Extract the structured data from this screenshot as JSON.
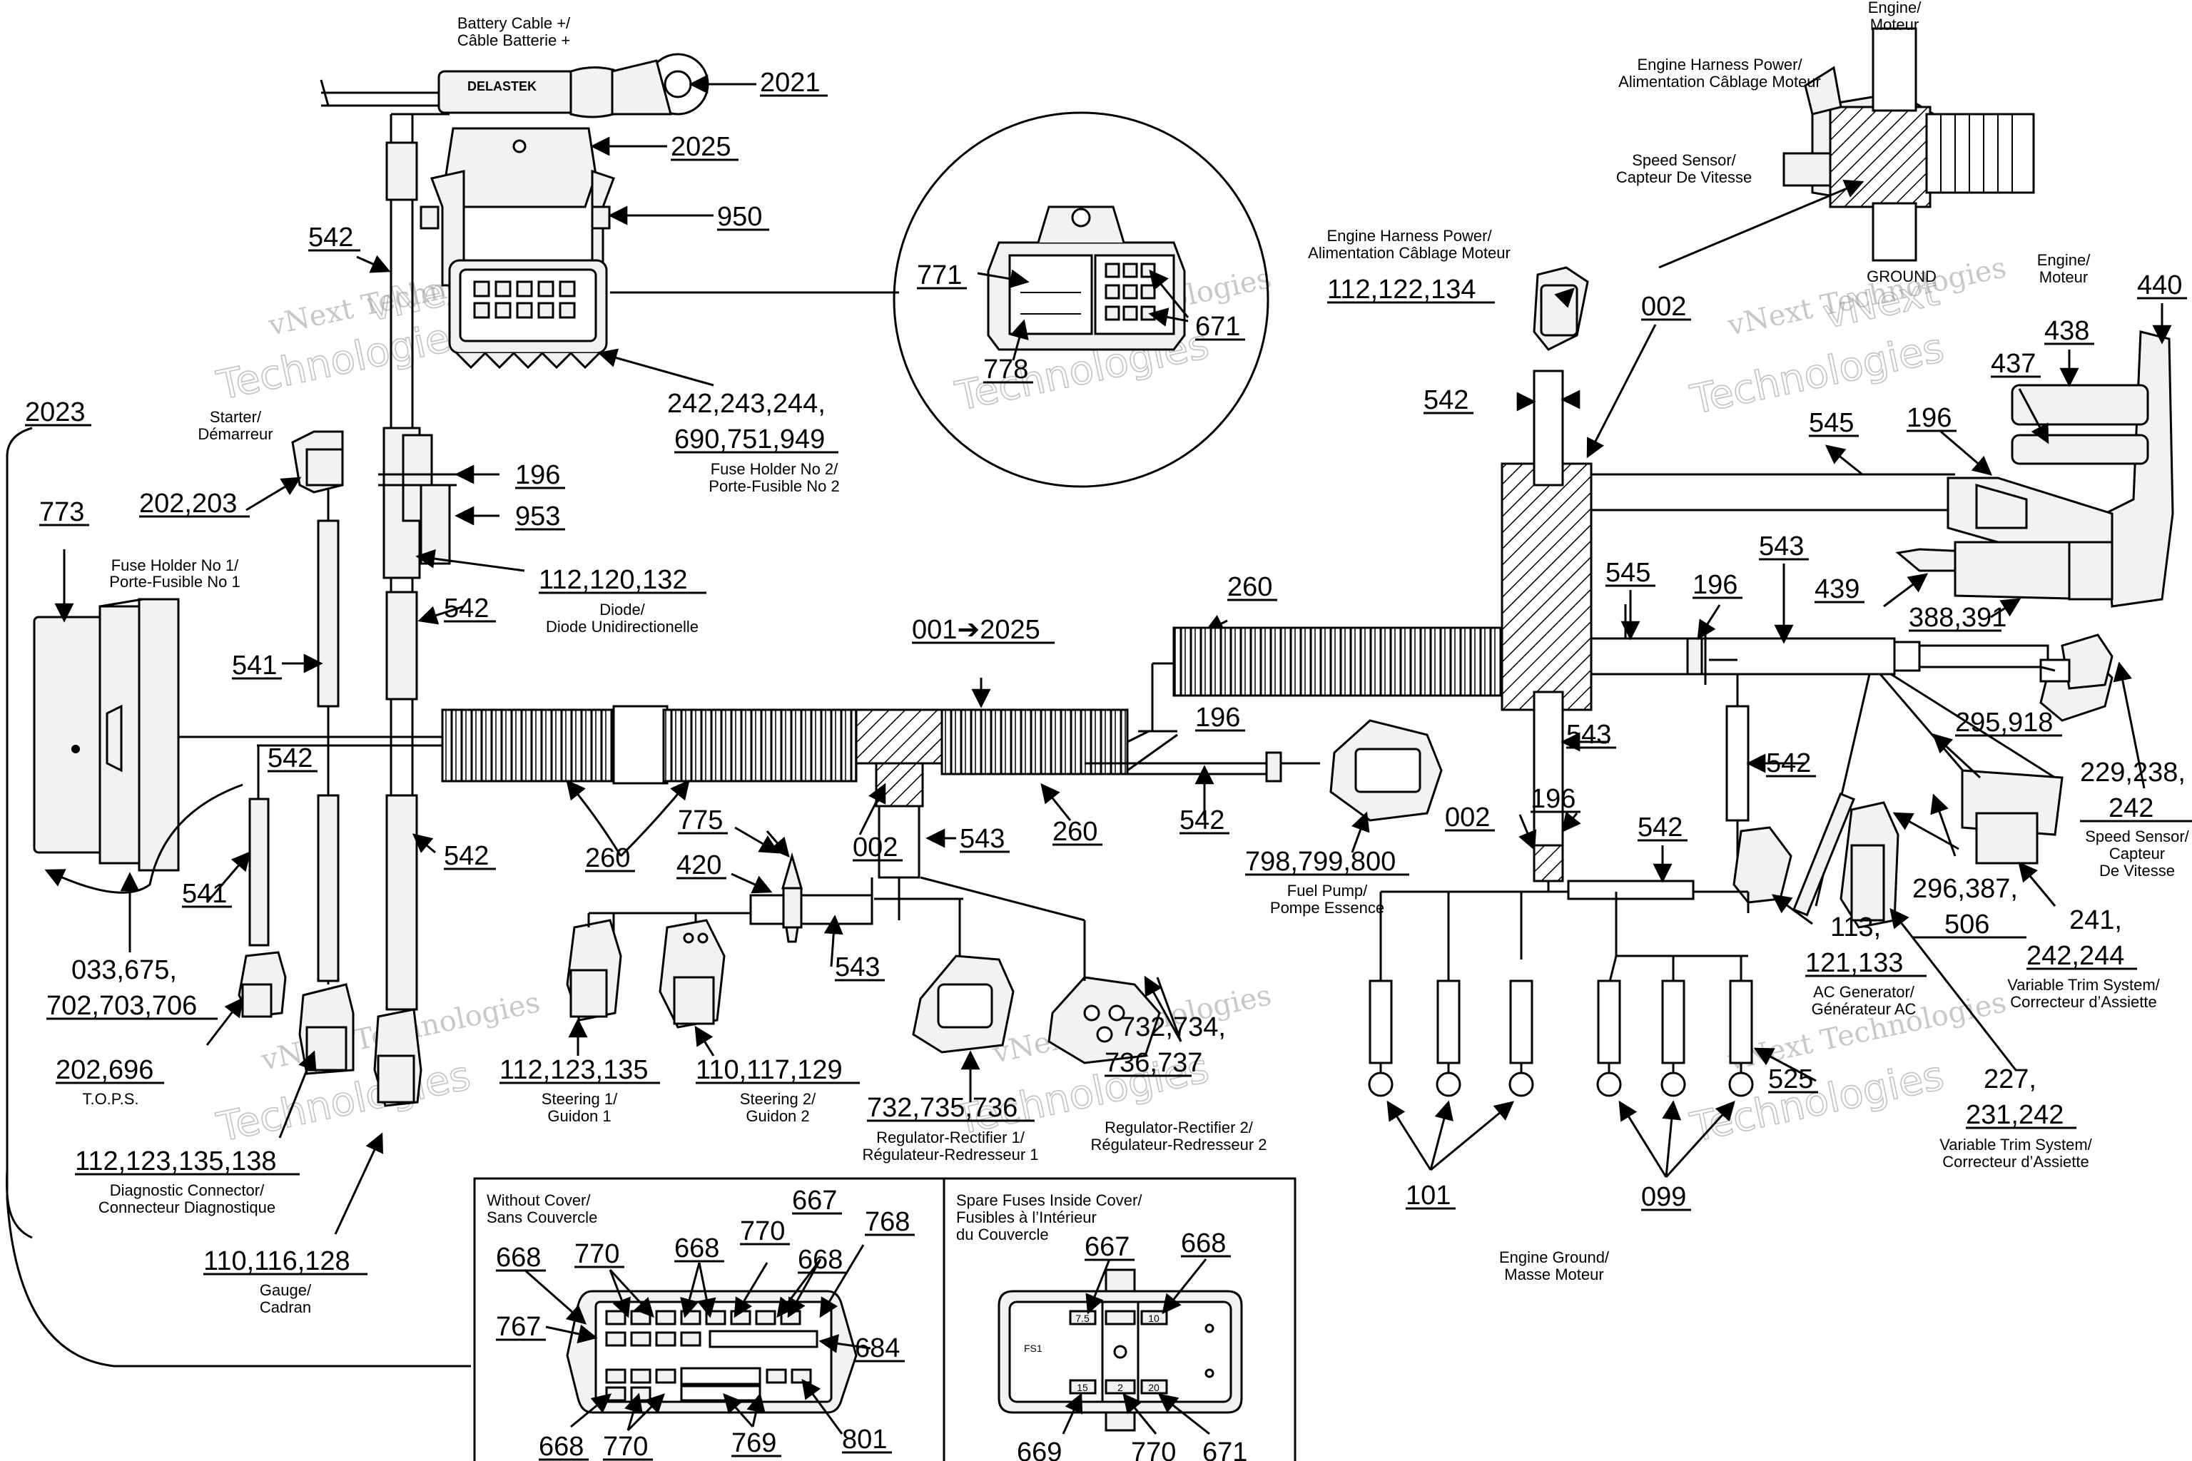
{
  "watermark": {
    "line1": "vNext",
    "line2": "Technologies",
    "line3": "vNext Technologies"
  },
  "battery": {
    "caption": [
      "Battery Cable +/",
      "Câble Batterie +"
    ],
    "brand": "DELASTEK",
    "ref": "2021"
  },
  "fuse_holder_2": {
    "refs": [
      "2025",
      "950",
      "542"
    ],
    "ref_main": [
      "242,243,244,",
      "690,751,949"
    ],
    "caption": [
      "Fuse Holder No 2/",
      "Porte-Fusible No 2"
    ]
  },
  "detail_circle": {
    "refs": [
      "771",
      "671",
      "778"
    ]
  },
  "diode": {
    "refs": [
      "196",
      "953",
      "112,120,132",
      "542"
    ],
    "caption": [
      "Diode/",
      "Diode Unidirectionelle"
    ]
  },
  "starter": {
    "caption": [
      "Starter/",
      "Démarreur"
    ],
    "ref": "202,203"
  },
  "fuse_holder_1": {
    "ref": "773",
    "ref_loop": "2023",
    "caption": [
      "Fuse Holder No 1/",
      "Porte-Fusible No 1"
    ]
  },
  "left_branch": {
    "refs": [
      "541",
      "542",
      "541",
      "542"
    ]
  },
  "fuse_holder_1_ref": {
    "ref": [
      "033,675,",
      "702,703,706"
    ]
  },
  "tops": {
    "ref": "202,696",
    "caption": "T.O.P.S."
  },
  "diag_connector": {
    "ref": "112,123,135,138",
    "caption": [
      "Diagnostic Connector/",
      "Connecteur Diagnostique"
    ]
  },
  "gauge": {
    "ref": "110,116,128",
    "caption": [
      "Gauge/",
      "Cadran"
    ]
  },
  "main_harness": {
    "ref": "001➔2025",
    "refs": [
      "260",
      "260",
      "260",
      "002",
      "543",
      "775",
      "420",
      "543",
      "196",
      "542"
    ]
  },
  "steering_1": {
    "ref": "112,123,135",
    "caption": [
      "Steering 1/",
      "Guidon 1"
    ]
  },
  "steering_2": {
    "ref": "110,117,129",
    "caption": [
      "Steering 2/",
      "Guidon 2"
    ]
  },
  "reg_rect_1": {
    "ref": "732,735,736",
    "caption": [
      "Regulator-Rectifier 1/",
      "Régulateur-Redresseur 1"
    ]
  },
  "reg_rect_2": {
    "ref": [
      "732,734,",
      "736,737"
    ],
    "caption": [
      "Regulator-Rectifier 2/",
      "Régulateur-Redresseur 2"
    ]
  },
  "fuel_pump": {
    "ref": "798,799,800",
    "caption": [
      "Fuel Pump/",
      "Pompe Essence"
    ]
  },
  "engine_top": {
    "caption": [
      "Engine/",
      "Moteur"
    ],
    "power_caption": [
      "Engine Harness Power/",
      "Alimentation Câblage Moteur"
    ],
    "speed_caption": [
      "Speed Sensor/",
      "Capteur De Vitesse"
    ],
    "ground": "GROUND"
  },
  "engine_power_conn": {
    "caption": [
      "Engine Harness Power/",
      "Alimentation Câblage Moteur"
    ],
    "ref": "112,122,134",
    "ref_002": "002",
    "ref_542": "542"
  },
  "engine_right": {
    "caption": [
      "Engine/",
      "Moteur"
    ],
    "refs": [
      "440",
      "438",
      "437",
      "196",
      "545",
      "543",
      "439",
      "388,391",
      "545",
      "196"
    ]
  },
  "lower_right": {
    "refs": [
      "543",
      "542",
      "002",
      "196",
      "542",
      "295,918"
    ],
    "ac_ref": [
      "113,",
      "121,133"
    ],
    "ac_caption": [
      "AC Generator/",
      "Générateur AC"
    ]
  },
  "speed_sensor": {
    "ref": [
      "229,238,",
      "242"
    ],
    "caption": [
      "Speed Sensor/",
      "Capteur",
      "De Vitesse"
    ]
  },
  "trim_1": {
    "ref": [
      "296,387,",
      "506"
    ]
  },
  "trim_2": {
    "ref": [
      "241,",
      "242,244"
    ],
    "caption": [
      "Variable Trim System/",
      "Correcteur d’Assiette"
    ]
  },
  "trim_3": {
    "ref": [
      "227,",
      "231,242"
    ],
    "caption": [
      "Variable Trim System/",
      "Correcteur d’Assiette"
    ]
  },
  "engine_ground": {
    "refs": [
      "101",
      "099",
      "525"
    ],
    "caption": [
      "Engine Ground/",
      "Masse Moteur"
    ]
  },
  "panel_without_cover": {
    "caption": [
      "Without Cover/",
      "Sans Couvercle"
    ],
    "refs": [
      "667",
      "668",
      "770",
      "668",
      "770",
      "668",
      "768",
      "767",
      "684",
      "668",
      "770",
      "769",
      "801"
    ]
  },
  "panel_spare": {
    "caption": [
      "Spare Fuses Inside Cover/",
      "Fusibles à l’Intérieur",
      "du Couvercle"
    ],
    "refs": [
      "667",
      "668",
      "669",
      "770",
      "671"
    ],
    "fuse_vals": [
      "7.5",
      "15",
      "20",
      "2",
      "10"
    ],
    "label": "FS1"
  }
}
